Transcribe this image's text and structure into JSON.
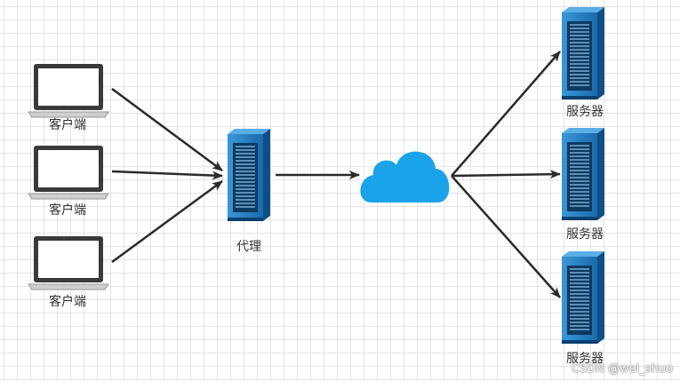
{
  "nodes": {
    "clients": [
      {
        "label": "客户端"
      },
      {
        "label": "客户端"
      },
      {
        "label": "客户端"
      }
    ],
    "proxy": {
      "label": "代理"
    },
    "servers": [
      {
        "label": "服务器"
      },
      {
        "label": "服务器"
      },
      {
        "label": "服务器"
      }
    ]
  },
  "icons": {
    "client": "laptop-icon",
    "proxy": "server-rack-icon",
    "network": "cloud-icon",
    "server": "server-rack-icon"
  },
  "colors": {
    "rack_light": "#2e86c8",
    "rack_dark": "#0d4f86",
    "cloud": "#1aa3e8",
    "edge": "#2b2b2b"
  },
  "watermark": "CSDN @wei_shuo"
}
